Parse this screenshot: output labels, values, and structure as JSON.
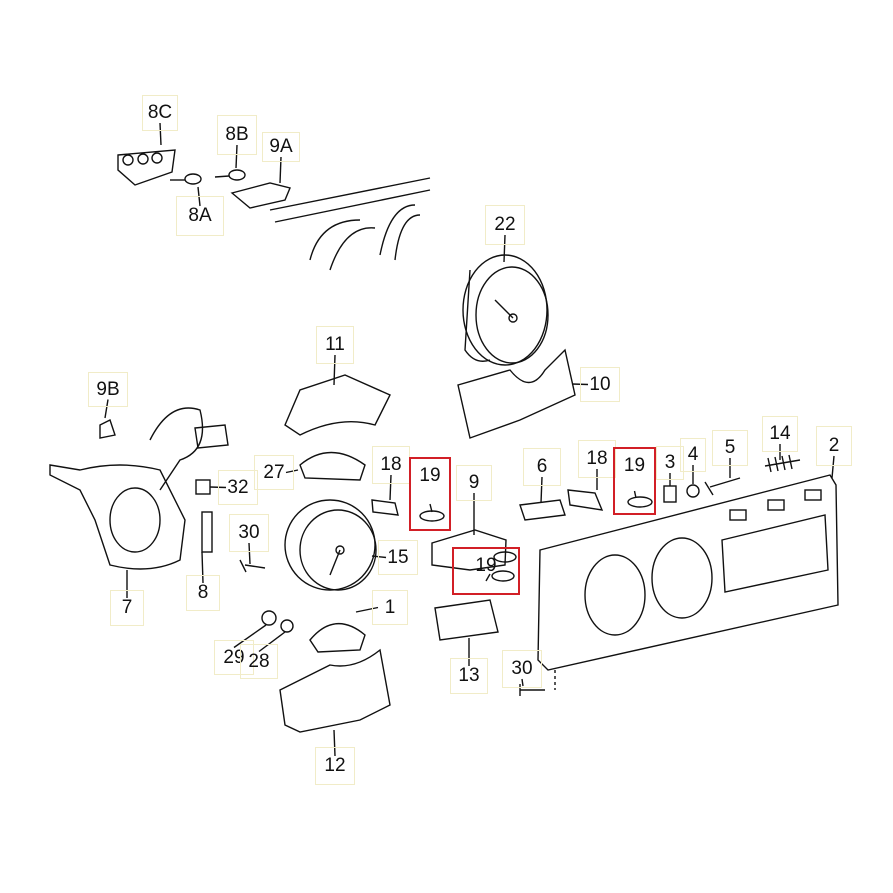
{
  "diagram": {
    "title": "Instrument cluster exploded parts diagram",
    "highlight_color": "#d21f26",
    "callout_box_color": "#f1ecc8",
    "callouts": [
      {
        "label": "8C",
        "highlighted": false
      },
      {
        "label": "8B",
        "highlighted": false
      },
      {
        "label": "9A",
        "highlighted": false
      },
      {
        "label": "8A",
        "highlighted": false
      },
      {
        "label": "22",
        "highlighted": false
      },
      {
        "label": "11",
        "highlighted": false
      },
      {
        "label": "10",
        "highlighted": false
      },
      {
        "label": "9B",
        "highlighted": false
      },
      {
        "label": "18",
        "highlighted": false
      },
      {
        "label": "19",
        "highlighted": true
      },
      {
        "label": "9",
        "highlighted": false
      },
      {
        "label": "6",
        "highlighted": false
      },
      {
        "label": "18",
        "highlighted": false
      },
      {
        "label": "19",
        "highlighted": true
      },
      {
        "label": "3",
        "highlighted": false
      },
      {
        "label": "4",
        "highlighted": false
      },
      {
        "label": "5",
        "highlighted": false
      },
      {
        "label": "14",
        "highlighted": false
      },
      {
        "label": "2",
        "highlighted": false
      },
      {
        "label": "27",
        "highlighted": false
      },
      {
        "label": "32",
        "highlighted": false
      },
      {
        "label": "30",
        "highlighted": false
      },
      {
        "label": "15",
        "highlighted": false
      },
      {
        "label": "19",
        "highlighted": true
      },
      {
        "label": "7",
        "highlighted": false
      },
      {
        "label": "8",
        "highlighted": false
      },
      {
        "label": "1",
        "highlighted": false
      },
      {
        "label": "29",
        "highlighted": false
      },
      {
        "label": "28",
        "highlighted": false
      },
      {
        "label": "13",
        "highlighted": false
      },
      {
        "label": "30",
        "highlighted": false
      },
      {
        "label": "12",
        "highlighted": false
      }
    ]
  }
}
